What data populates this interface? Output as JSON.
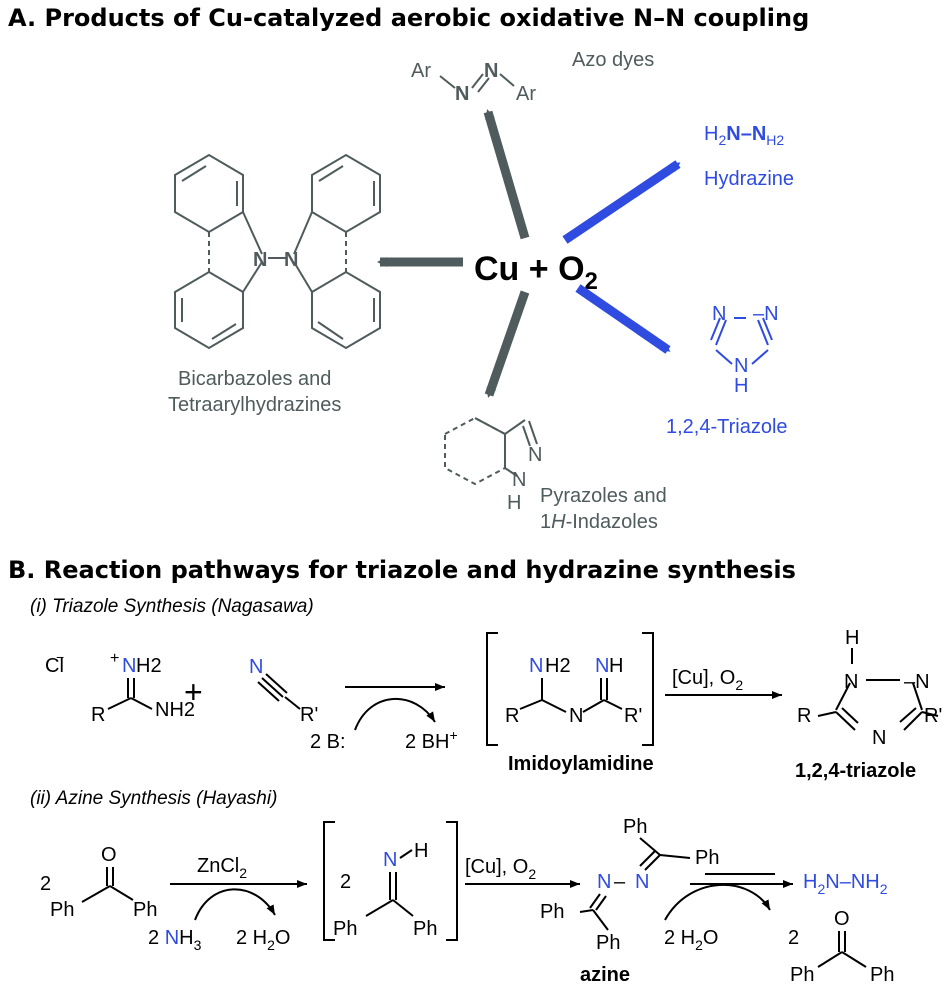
{
  "section_a": {
    "heading": "A. Products of Cu-catalyzed aerobic oxidative N–N coupling",
    "center_main": "Cu + O",
    "center_sub": "2",
    "products": [
      {
        "name": "Azo dyes",
        "atoms": [
          "Ar",
          "N",
          "N",
          "Ar"
        ],
        "color": "#4f5b5c"
      },
      {
        "name": "Hydrazine",
        "formula": [
          "H",
          "2",
          "N–N",
          "H2"
        ],
        "color": "#2f4be0"
      },
      {
        "name": "1,2,4-Triazole",
        "atoms": [
          "N",
          "–N",
          "N",
          "H"
        ],
        "color": "#2f4be0"
      },
      {
        "name_line1": "Bicarbazoles and",
        "name_line2": "Tetraarylhydrazines",
        "atoms": [
          "N",
          "N"
        ],
        "color": "#4f5b5c"
      },
      {
        "name_line1": "Pyrazoles and",
        "name_line2": [
          "1",
          "H",
          "-Indazoles"
        ],
        "atoms": [
          "N",
          "N",
          "H"
        ],
        "color": "#4f5b5c"
      }
    ]
  },
  "section_b": {
    "heading": "B. Reaction pathways for triazole and hydrazine synthesis",
    "part_i": {
      "title": "(i) Triazole Synthesis (Nagasawa)",
      "atoms": {
        "cl": "Cl",
        "minus": "−",
        "plus": "+",
        "n": "N",
        "h2": "H2",
        "r": "R",
        "nh2": "NH2",
        "nitrile_n": "N",
        "rp": "R'"
      },
      "plus_sign": "+",
      "base": "2 B:",
      "conj_acid": [
        "2 BH",
        "+"
      ],
      "imid_atoms": [
        "N",
        "H2",
        "N",
        "H",
        "R",
        "N",
        "R'"
      ],
      "intermediate_label": "Imidoylamidine",
      "conditions": [
        "[Cu], O",
        "2"
      ],
      "prod_atoms": [
        "H",
        "N",
        "–N",
        "N",
        "R",
        "R'"
      ],
      "product_label": "1,2,4-triazole"
    },
    "part_ii": {
      "title": "(ii) Azine Synthesis (Hayashi)",
      "atoms": {
        "o": "O",
        "coef": "2",
        "ph1": "Ph",
        "ph2": "Ph"
      },
      "reagent": [
        "ZnCl",
        "2"
      ],
      "ammonia": [
        "2 ",
        "N",
        "H",
        "3"
      ],
      "water": [
        "2 H",
        "2",
        "O"
      ],
      "imine_atoms": [
        "2",
        "N",
        "H",
        "Ph",
        "Ph"
      ],
      "conditions": [
        "[Cu], O",
        "2"
      ],
      "azine_atoms": [
        "Ph",
        "Ph",
        "N",
        "–",
        "N",
        "Ph",
        "Ph"
      ],
      "intermediate_label": "azine",
      "water2": [
        "2 H",
        "2",
        "O"
      ],
      "product": [
        "H",
        "2",
        "N–NH",
        "2"
      ],
      "byproduct": [
        "O",
        "2",
        "Ph",
        "Ph"
      ]
    }
  },
  "colors": {
    "gray": "#4f5b5c",
    "blue": "#2f4be0",
    "black": "#000000"
  }
}
